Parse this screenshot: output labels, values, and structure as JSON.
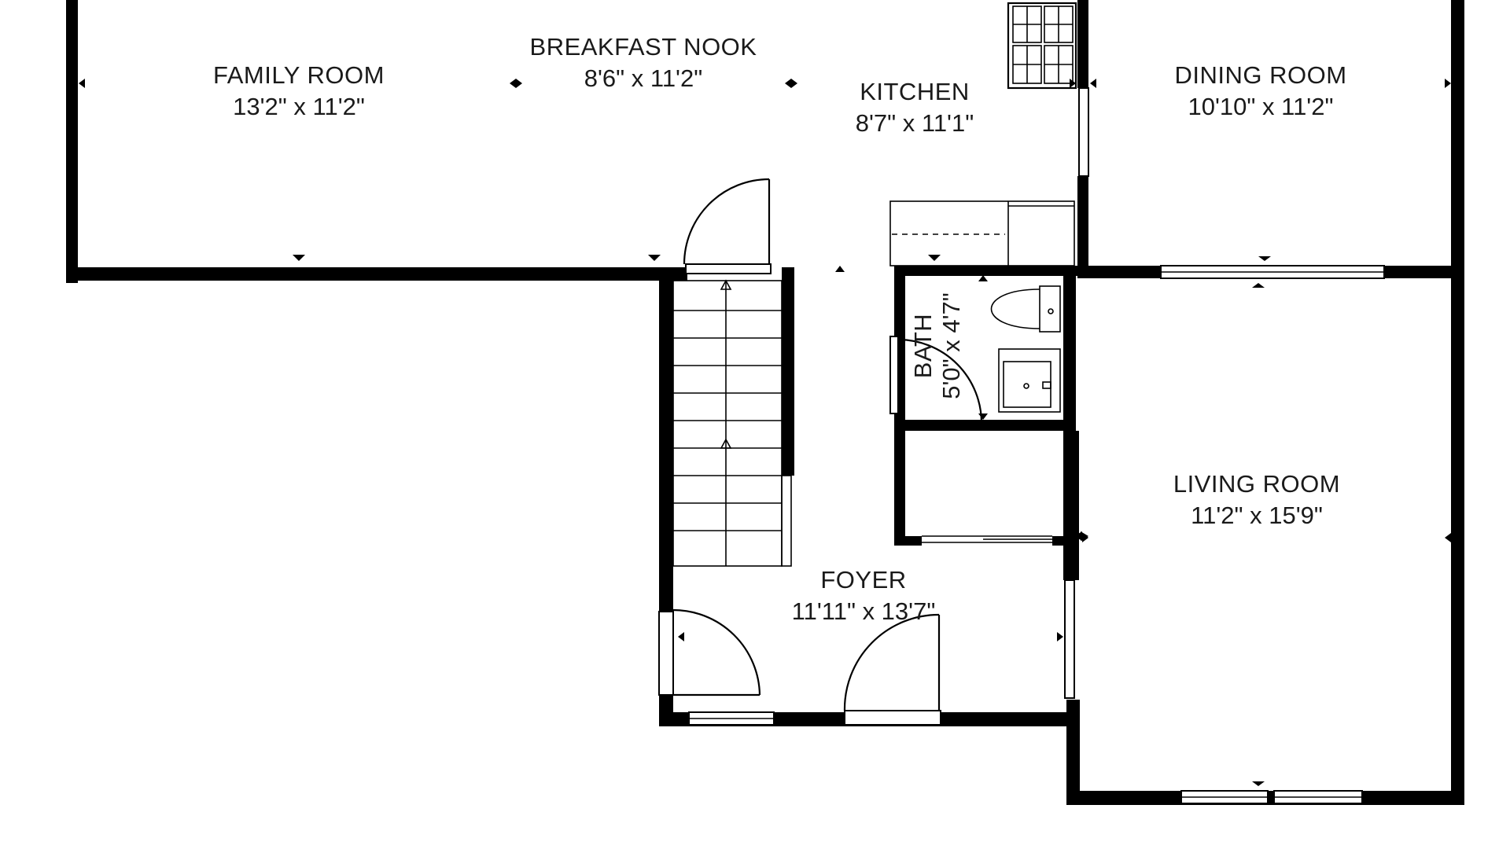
{
  "rooms": {
    "family_room": {
      "name": "FAMILY ROOM",
      "dims": "13'2\" x 11'2\""
    },
    "breakfast_nook": {
      "name": "BREAKFAST NOOK",
      "dims": "8'6\" x 11'2\""
    },
    "kitchen": {
      "name": "KITCHEN",
      "dims": "8'7\" x 11'1\""
    },
    "dining_room": {
      "name": "DINING ROOM",
      "dims": "10'10\" x 11'2\""
    },
    "bath": {
      "name": "BATH",
      "dims": "5'0\" x 4'7\""
    },
    "living_room": {
      "name": "LIVING ROOM",
      "dims": "11'2\" x 15'9\""
    },
    "foyer": {
      "name": "FOYER",
      "dims": "11'11\" x 13'7\""
    }
  }
}
